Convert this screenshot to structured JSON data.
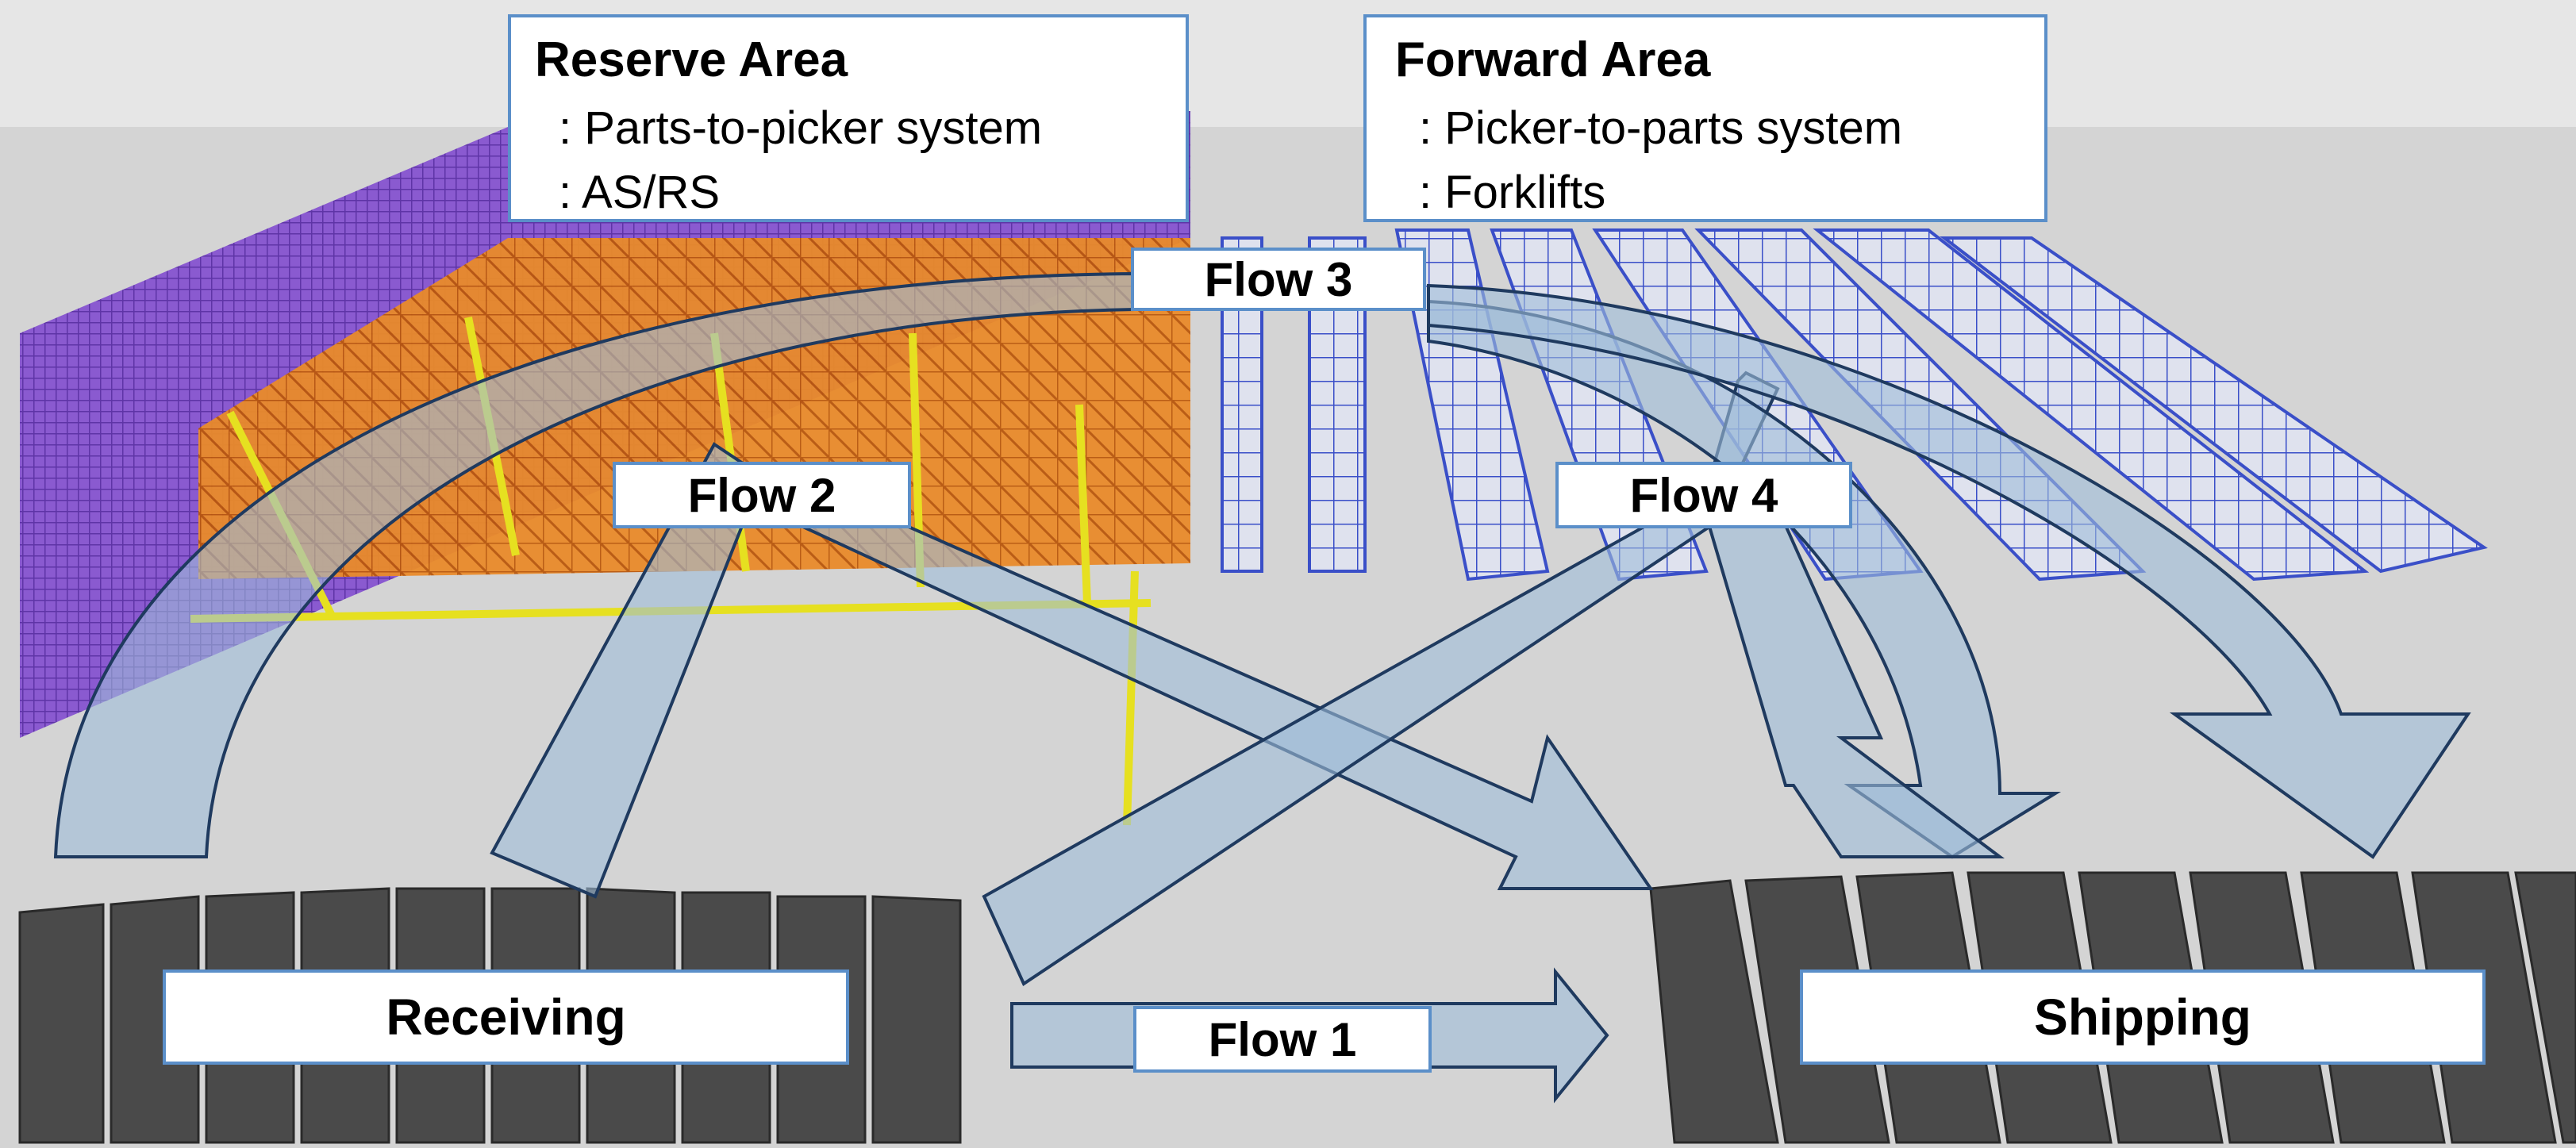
{
  "reserve_area": {
    "title": "Reserve Area",
    "line1": ": Parts-to-picker system",
    "line2": ": AS/RS"
  },
  "forward_area": {
    "title": "Forward Area",
    "line1": ": Picker-to-parts system",
    "line2": ": Forklifts"
  },
  "flows": {
    "flow1": "Flow 1",
    "flow2": "Flow 2",
    "flow3": "Flow 3",
    "flow4": "Flow 4"
  },
  "docks": {
    "receiving": "Receiving",
    "shipping": "Shipping"
  },
  "colors": {
    "floor": "#d3d3d3",
    "asrs_racks": "#e07b1a",
    "asrs_wall": "#7f4fc0",
    "forward_racks": "#3a4fc8",
    "conveyor": "#e6e020",
    "dock_doors": "#4a4a4a",
    "flow_arrow_fill": "#9fbcd8",
    "flow_arrow_stroke": "#1f3a5f",
    "label_border": "#5b8fc9"
  }
}
